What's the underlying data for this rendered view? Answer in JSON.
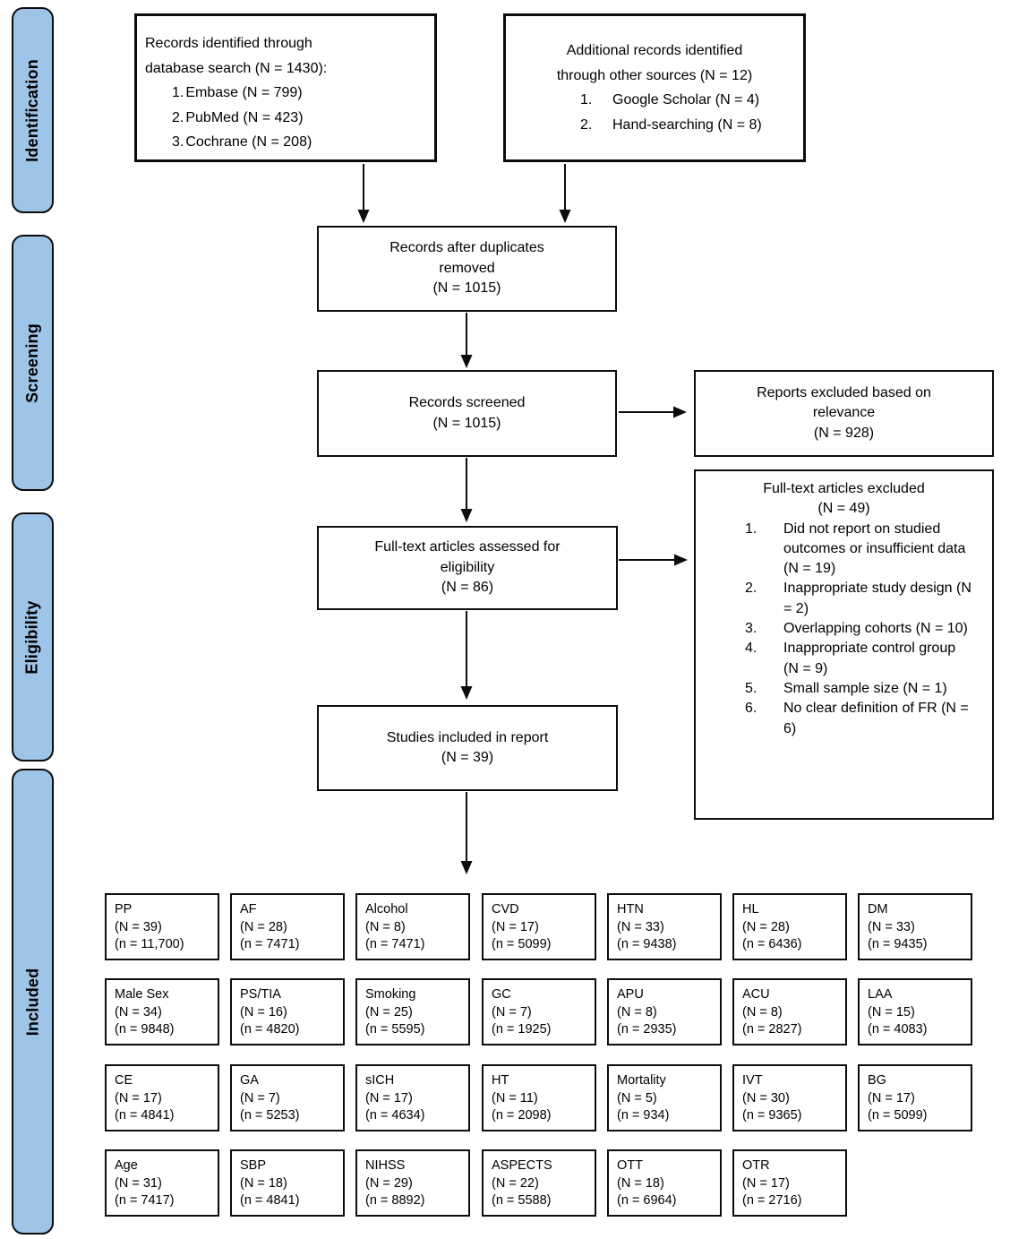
{
  "colors": {
    "stage_fill": "#9ec5e8",
    "box_border": "#000000",
    "background": "#ffffff",
    "arrow": "#000000"
  },
  "sidebar": {
    "stages": [
      {
        "label": "Identification"
      },
      {
        "label": "Screening"
      },
      {
        "label": "Eligibility"
      },
      {
        "label": "Included"
      }
    ]
  },
  "flow": {
    "db_search": {
      "line1": "Records identified through",
      "line2": "database search (N = 1430):",
      "items": [
        {
          "num": "1.",
          "text": "Embase (N = 799)"
        },
        {
          "num": "2.",
          "text": "PubMed (N = 423)"
        },
        {
          "num": "3.",
          "text": "Cochrane (N = 208)"
        }
      ]
    },
    "other_sources": {
      "line1": "Additional records identified",
      "line2": "through other sources (N = 12)",
      "items": [
        {
          "num": "1.",
          "text": "Google Scholar (N = 4)"
        },
        {
          "num": "2.",
          "text": "Hand-searching (N = 8)"
        }
      ]
    },
    "duplicates_removed": {
      "lines": [
        "Records after duplicates",
        "removed",
        "(N = 1015)"
      ]
    },
    "records_screened": {
      "lines": [
        "Records screened",
        "(N = 1015)"
      ]
    },
    "reports_excluded": {
      "lines": [
        "Reports excluded based on",
        "relevance",
        "(N = 928)"
      ]
    },
    "fulltext_assessed": {
      "lines": [
        "Full-text articles assessed for",
        "eligibility",
        "(N = 86)"
      ]
    },
    "fulltext_excluded": {
      "title1": "Full-text articles excluded",
      "title2": "(N = 49)",
      "items": [
        {
          "num": "1.",
          "text": "Did not report on studied outcomes or insufficient data (N = 19)"
        },
        {
          "num": "2.",
          "text": "Inappropriate study design (N = 2)"
        },
        {
          "num": "3.",
          "text": "Overlapping cohorts (N = 10)"
        },
        {
          "num": "4.",
          "text": "Inappropriate control group (N = 9)"
        },
        {
          "num": "5.",
          "text": "Small sample size (N = 1)"
        },
        {
          "num": "6.",
          "text": "No clear definition of FR (N = 6)"
        }
      ]
    },
    "studies_included": {
      "lines": [
        "Studies included in report",
        "(N = 39)"
      ]
    }
  },
  "included_grid": {
    "rows": [
      [
        {
          "label": "PP",
          "n_studies": "(N = 39)",
          "n_patients": "(n = 11,700)"
        },
        {
          "label": "AF",
          "n_studies": "(N = 28)",
          "n_patients": "(n = 7471)"
        },
        {
          "label": "Alcohol",
          "n_studies": "(N = 8)",
          "n_patients": "(n = 7471)"
        },
        {
          "label": "CVD",
          "n_studies": "(N = 17)",
          "n_patients": "(n = 5099)"
        },
        {
          "label": "HTN",
          "n_studies": "(N = 33)",
          "n_patients": "(n = 9438)"
        },
        {
          "label": "HL",
          "n_studies": "(N = 28)",
          "n_patients": "(n = 6436)"
        },
        {
          "label": "DM",
          "n_studies": "(N = 33)",
          "n_patients": "(n = 9435)"
        }
      ],
      [
        {
          "label": "Male Sex",
          "n_studies": "(N = 34)",
          "n_patients": "(n = 9848)"
        },
        {
          "label": "PS/TIA",
          "n_studies": "(N = 16)",
          "n_patients": "(n = 4820)"
        },
        {
          "label": "Smoking",
          "n_studies": "(N = 25)",
          "n_patients": "(n = 5595)"
        },
        {
          "label": "GC",
          "n_studies": "(N = 7)",
          "n_patients": "(n = 1925)"
        },
        {
          "label": "APU",
          "n_studies": "(N = 8)",
          "n_patients": "(n = 2935)"
        },
        {
          "label": "ACU",
          "n_studies": "(N = 8)",
          "n_patients": "(n = 2827)"
        },
        {
          "label": "LAA",
          "n_studies": "(N = 15)",
          "n_patients": "(n = 4083)"
        }
      ],
      [
        {
          "label": "CE",
          "n_studies": "(N = 17)",
          "n_patients": "(n = 4841)"
        },
        {
          "label": "GA",
          "n_studies": "(N = 7)",
          "n_patients": "(n = 5253)"
        },
        {
          "label": "sICH",
          "n_studies": "(N = 17)",
          "n_patients": "(n = 4634)"
        },
        {
          "label": "HT",
          "n_studies": "(N = 11)",
          "n_patients": "(n = 2098)"
        },
        {
          "label": "Mortality",
          "n_studies": "(N = 5)",
          "n_patients": "(n = 934)"
        },
        {
          "label": "IVT",
          "n_studies": "(N = 30)",
          "n_patients": "(n = 9365)"
        },
        {
          "label": "BG",
          "n_studies": "(N = 17)",
          "n_patients": "(n = 5099)"
        }
      ],
      [
        {
          "label": "Age",
          "n_studies": "(N = 31)",
          "n_patients": "(n = 7417)"
        },
        {
          "label": "SBP",
          "n_studies": "(N = 18)",
          "n_patients": "(n = 4841)"
        },
        {
          "label": "NIHSS",
          "n_studies": "(N = 29)",
          "n_patients": "(n = 8892)"
        },
        {
          "label": "ASPECTS",
          "n_studies": "(N = 22)",
          "n_patients": "(n = 5588)"
        },
        {
          "label": "OTT",
          "n_studies": "(N = 18)",
          "n_patients": "(n = 6964)"
        },
        {
          "label": "OTR",
          "n_studies": "(N = 17)",
          "n_patients": "(n = 2716)"
        }
      ]
    ]
  }
}
